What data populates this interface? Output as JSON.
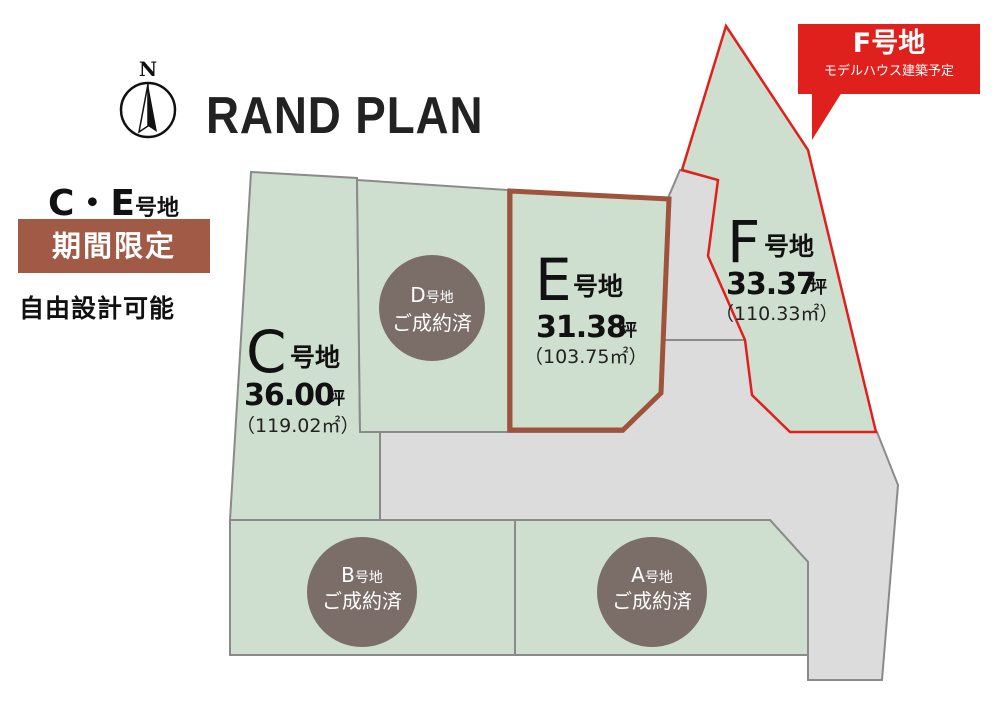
{
  "header": {
    "title": "RAND PLAN",
    "compass_letter": "N"
  },
  "sidebar_note": {
    "lot_letters": "C・E",
    "lot_suffix": "号地",
    "badge": "期間限定",
    "feature": "自由設計可能"
  },
  "callout": {
    "title": "F号地",
    "subtitle": "モデルハウス建築予定"
  },
  "lots": {
    "A": {
      "letter": "A",
      "suffix": "号地",
      "status": "ご成約済"
    },
    "B": {
      "letter": "B",
      "suffix": "号地",
      "status": "ご成約済"
    },
    "C": {
      "letter": "C",
      "suffix": "号地",
      "tsubo": "36.00",
      "tsubo_unit": "坪",
      "area": "（119.02㎡）"
    },
    "D": {
      "letter": "D",
      "suffix": "号地",
      "status": "ご成約済"
    },
    "E": {
      "letter": "E",
      "suffix": "号地",
      "tsubo": "31.38",
      "tsubo_unit": "坪",
      "area": "（103.75㎡）"
    },
    "F": {
      "letter": "F",
      "suffix": "号地",
      "tsubo": "33.37",
      "tsubo_unit": "坪",
      "area": "（110.33㎡）"
    }
  },
  "colors": {
    "lot_fill": "#cfdfcf",
    "road_fill": "#dcdcdc",
    "highlight_lot_border": "#a0533c",
    "model_house_red": "#e0201c",
    "sold_circle": "#7b6e68"
  }
}
